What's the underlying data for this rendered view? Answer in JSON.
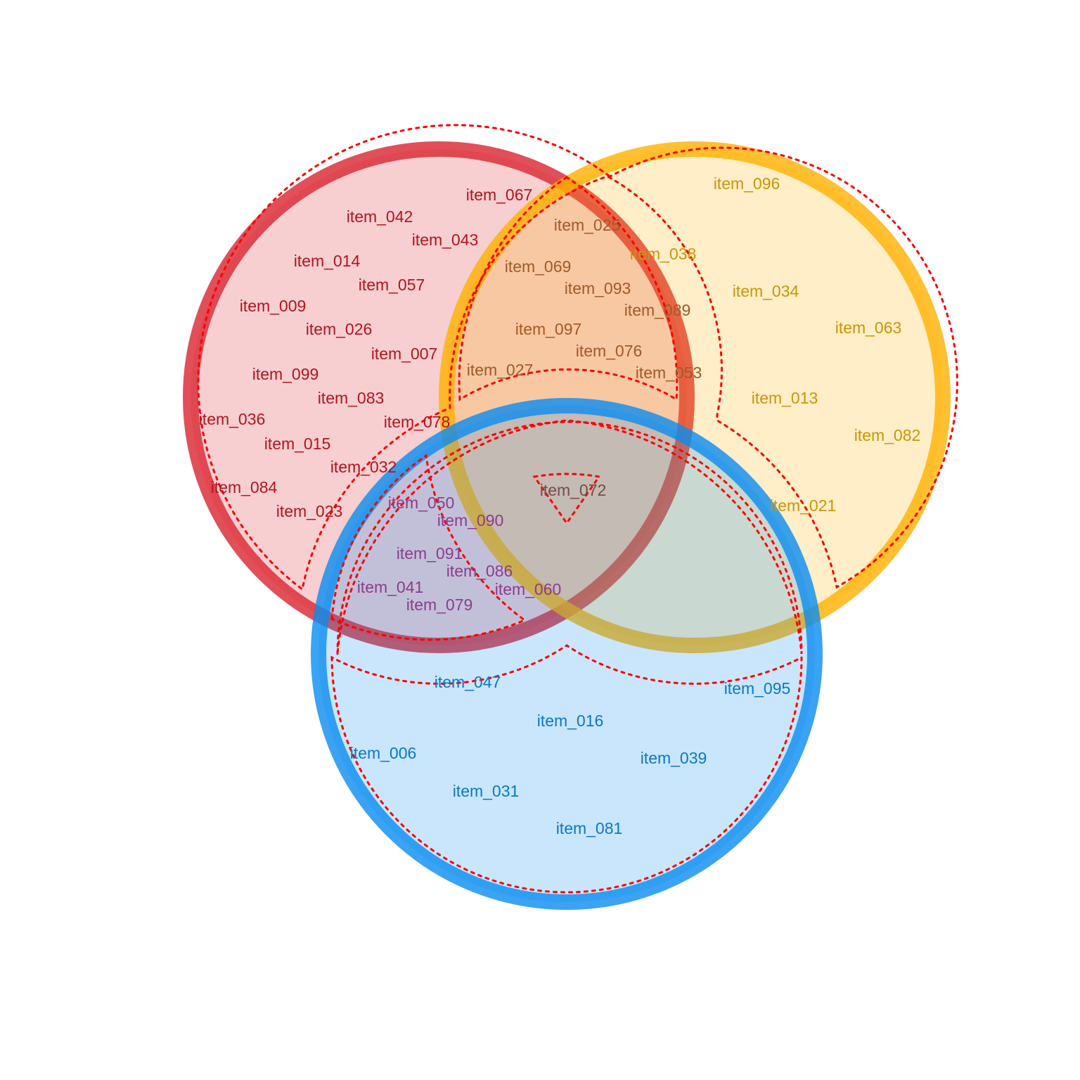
{
  "diagram": {
    "type": "venn-3",
    "colors": {
      "set_a": "#d9242f",
      "set_b": "#ffb000",
      "set_c": "#0a8cf0",
      "boundary": "#ff0000"
    },
    "label_colors": {
      "a": "#b4141e",
      "b": "#c8960a",
      "c": "#0a78c8",
      "ab": "#a05a28",
      "ac": "#8c3c8c",
      "abc": "#7a4a4a"
    },
    "regions": {
      "a_only": [
        "item_067",
        "item_042",
        "item_043",
        "item_014",
        "item_057",
        "item_009",
        "item_026",
        "item_007",
        "item_099",
        "item_083",
        "item_036",
        "item_078",
        "item_015",
        "item_032",
        "item_084",
        "item_023"
      ],
      "b_only": [
        "item_096",
        "item_038",
        "item_034",
        "item_063",
        "item_013",
        "item_082",
        "item_021"
      ],
      "c_only": [
        "item_047",
        "item_095",
        "item_016",
        "item_006",
        "item_039",
        "item_031",
        "item_081"
      ],
      "a_and_b": [
        "item_025",
        "item_069",
        "item_093",
        "item_089",
        "item_097",
        "item_076",
        "item_027",
        "item_053"
      ],
      "a_and_c": [
        "item_050",
        "item_090",
        "item_091",
        "item_086",
        "item_041",
        "item_060",
        "item_079"
      ],
      "b_and_c": [],
      "a_b_and_c": [
        "item_072"
      ]
    }
  }
}
